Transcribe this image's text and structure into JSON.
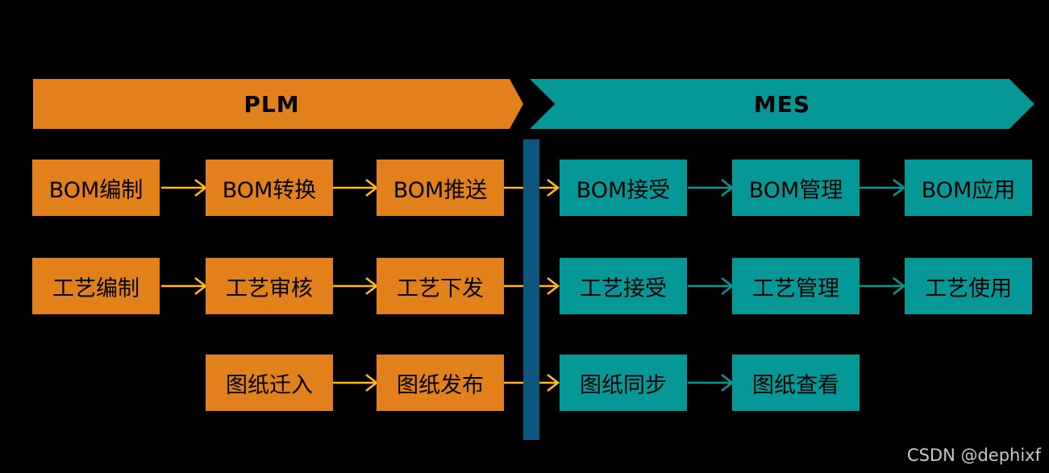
{
  "colors": {
    "background": "#000000",
    "plm": "#E2811C",
    "mes": "#069897",
    "divider": "#0E567E",
    "arrow_plm": "#FFB91C",
    "arrow_mes": "#069897",
    "box_text": "#000000",
    "watermark": "#C9C9C9"
  },
  "banners": {
    "plm": "PLM",
    "mes": "MES"
  },
  "rows": [
    {
      "plm": [
        "BOM编制",
        "BOM转换",
        "BOM推送"
      ],
      "mes": [
        "BOM接受",
        "BOM管理",
        "BOM应用"
      ]
    },
    {
      "plm": [
        "工艺编制",
        "工艺审核",
        "工艺下发"
      ],
      "mes": [
        "工艺接受",
        "工艺管理",
        "工艺使用"
      ]
    },
    {
      "plm": [
        "图纸迁入",
        "图纸发布"
      ],
      "mes": [
        "图纸同步",
        "图纸查看"
      ]
    }
  ],
  "watermark": "CSDN @dephixf"
}
